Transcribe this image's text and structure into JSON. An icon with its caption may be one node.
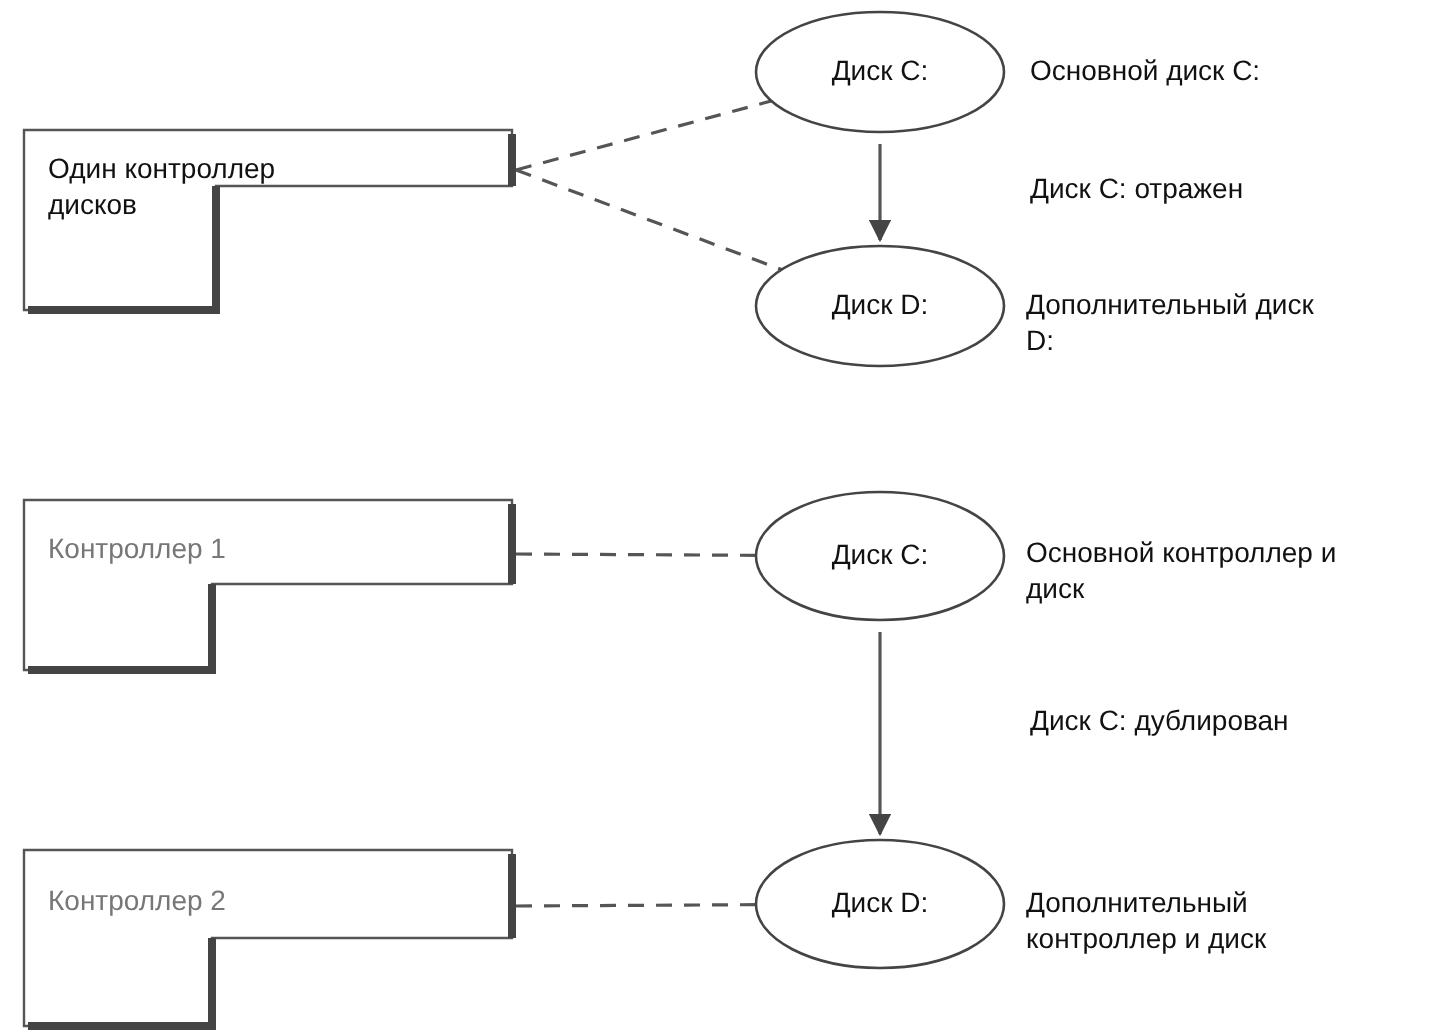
{
  "diagram": {
    "nodes": [
      {
        "text": [
          "Один контроллер дисков"
        ]
      },
      {
        "text": [
          "Диск С:"
        ],
        "beside": [
          "Основной диск С:"
        ]
      },
      {
        "text": [
          "Диск D:"
        ],
        "beside": [
          "Дополнительный диск D:"
        ]
      },
      {
        "text": [
          "Контроллер 1"
        ]
      },
      {
        "text": [
          "Диск С:"
        ],
        "beside": [
          "Основной контроллер и диск"
        ]
      },
      {
        "text": [
          "Контроллер 2"
        ]
      },
      {
        "text": [
          "Диск D:"
        ],
        "beside": [
          "Дополнительный контроллер и диск"
        ]
      }
    ],
    "edges": [
      {
        "from": 0,
        "to": 1,
        "arrow": "none",
        "style": "dashed"
      },
      {
        "from": 0,
        "to": 2,
        "arrow": "none",
        "style": "dashed"
      },
      {
        "from": 1,
        "to": 2,
        "arrow": "to"
      },
      {
        "from": 3,
        "to": 4,
        "arrow": "none",
        "style": "dashed"
      },
      {
        "from": 4,
        "to": 6,
        "arrow": "to"
      },
      {
        "from": 5,
        "to": 6,
        "arrow": "none",
        "style": "dashed"
      }
    ],
    "labels": [
      "Диск С: отражен",
      "Диск С: дублирован"
    ]
  }
}
